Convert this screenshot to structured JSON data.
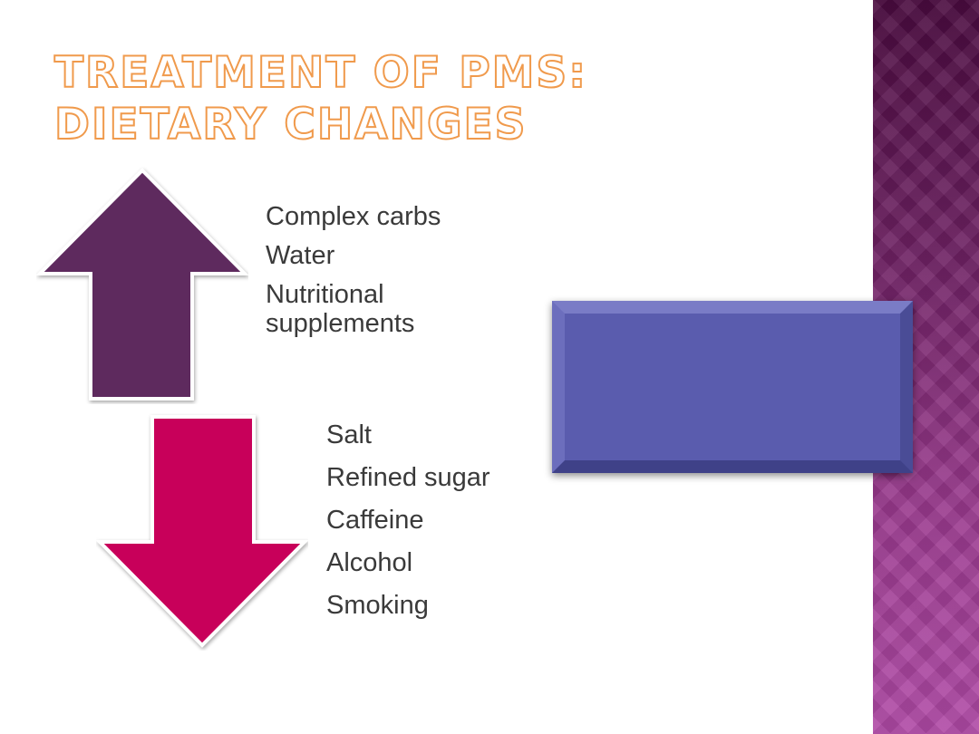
{
  "title": {
    "line1": "TREATMENT OF  PMS:",
    "line2": "DIETARY CHANGES"
  },
  "increase_items": [
    "Complex carbs",
    "Water",
    "Nutritional supplements"
  ],
  "decrease_items": [
    "Salt",
    "Refined sugar",
    "Caffeine",
    "Alcohol",
    "Smoking"
  ],
  "colors": {
    "title_outline": "#f09a4c",
    "up_arrow": "#5e2a5e",
    "down_arrow": "#c8005a",
    "box_fill": "#5a5cae",
    "side_band": "#6e2163",
    "body_text": "#3a3a3a"
  },
  "icons": {
    "up_arrow": "arrow-up-icon",
    "down_arrow": "arrow-down-icon"
  }
}
